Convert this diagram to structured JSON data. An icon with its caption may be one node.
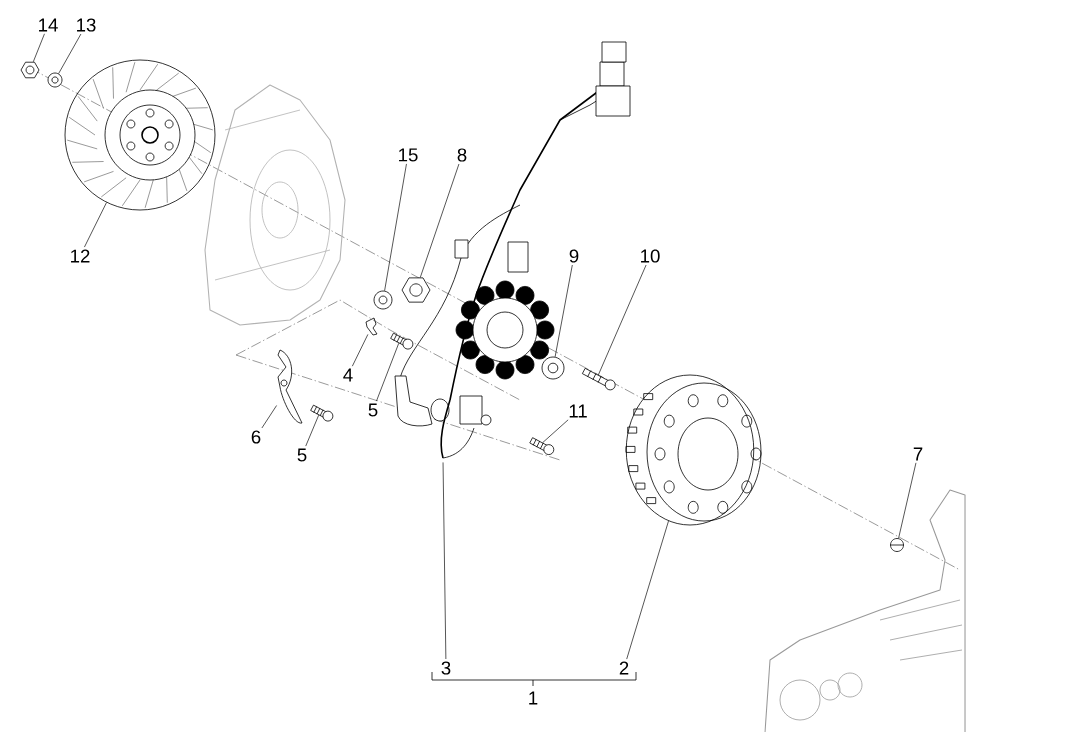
{
  "diagram": {
    "nodes": [
      {
        "text": [
          "14"
        ]
      },
      {
        "text": [
          "13"
        ]
      },
      {
        "text": [
          "12"
        ]
      },
      {
        "text": [
          "15"
        ]
      },
      {
        "text": [
          "8"
        ]
      },
      {
        "text": [
          "9"
        ]
      },
      {
        "text": [
          "10"
        ]
      },
      {
        "text": [
          "4"
        ]
      },
      {
        "text": [
          "5"
        ]
      },
      {
        "text": [
          "6"
        ]
      },
      {
        "text": [
          "5"
        ]
      },
      {
        "text": [
          "11"
        ]
      },
      {
        "text": [
          "7"
        ]
      },
      {
        "text": [
          "3"
        ]
      },
      {
        "text": [
          "2"
        ]
      },
      {
        "text": [
          "1"
        ]
      },
      {
        "text": [],
        "shape": "picture"
      },
      {
        "text": [],
        "shape": "picture"
      },
      {
        "text": [],
        "shape": "picture"
      },
      {
        "text": [],
        "shape": "picture"
      },
      {
        "text": [],
        "shape": "picture"
      },
      {
        "text": [],
        "shape": "picture"
      },
      {
        "text": [],
        "shape": "picture"
      },
      {
        "text": [],
        "shape": "picture"
      },
      {
        "text": [],
        "shape": "picture"
      },
      {
        "text": [],
        "shape": "picture"
      },
      {
        "text": [],
        "shape": "picture"
      },
      {
        "text": [],
        "shape": "picture"
      },
      {
        "text": [],
        "shape": "picture"
      },
      {
        "text": [],
        "shape": "picture"
      },
      {
        "text": [],
        "shape": "picture"
      }
    ],
    "edges": [
      {
        "from": 0,
        "to": 16,
        "arrow": "none"
      },
      {
        "from": 1,
        "to": 17,
        "arrow": "none"
      },
      {
        "from": 2,
        "to": 18,
        "arrow": "none"
      },
      {
        "from": 3,
        "to": 19,
        "arrow": "none"
      },
      {
        "from": 4,
        "to": 20,
        "arrow": "none"
      },
      {
        "from": 5,
        "to": 21,
        "arrow": "none"
      },
      {
        "from": 6,
        "to": 22,
        "arrow": "none"
      },
      {
        "from": 7,
        "to": 23,
        "arrow": "none"
      },
      {
        "from": 8,
        "to": 24,
        "arrow": "none"
      },
      {
        "from": 9,
        "to": 25,
        "arrow": "none"
      },
      {
        "from": 10,
        "to": 26,
        "arrow": "none"
      },
      {
        "from": 11,
        "to": 27,
        "arrow": "none"
      },
      {
        "from": 12,
        "to": 28,
        "arrow": "none"
      },
      {
        "from": 13,
        "to": 29,
        "arrow": "none"
      },
      {
        "from": 14,
        "to": 30,
        "arrow": "none"
      }
    ]
  }
}
